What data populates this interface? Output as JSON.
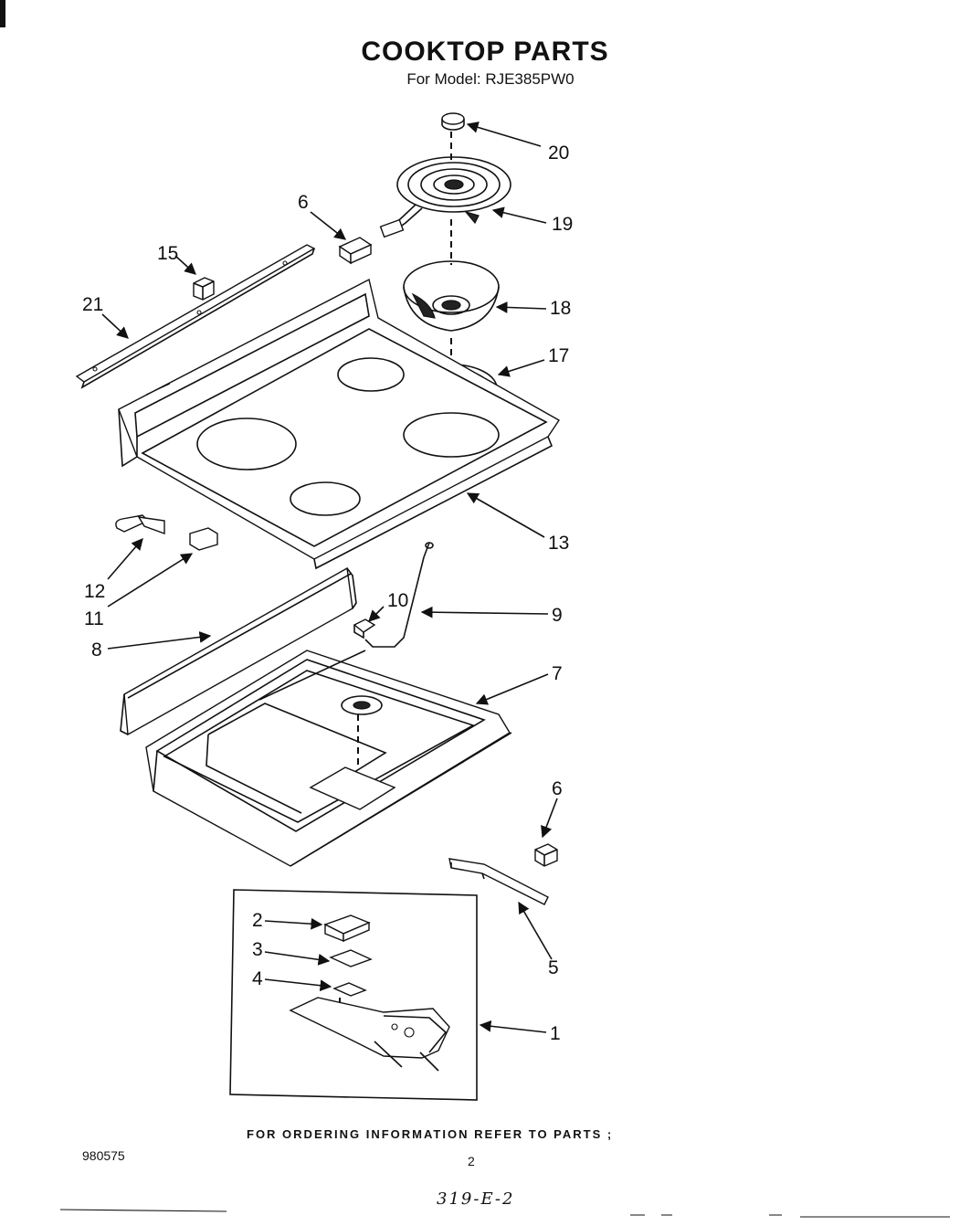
{
  "header": {
    "title": "COOKTOP PARTS",
    "subtitle": "For Model: RJE385PW0"
  },
  "callouts": [
    "20",
    "19",
    "6",
    "15",
    "18",
    "21",
    "17",
    "13",
    "12",
    "11",
    "10",
    "9",
    "8",
    "7",
    "6",
    "2",
    "3",
    "4",
    "5",
    "1"
  ],
  "footer": {
    "ordering_note": "FOR ORDERING INFORMATION REFER TO PARTS ;",
    "doc_code": "980575",
    "page_number": "2",
    "handwritten": "319-E-2"
  }
}
